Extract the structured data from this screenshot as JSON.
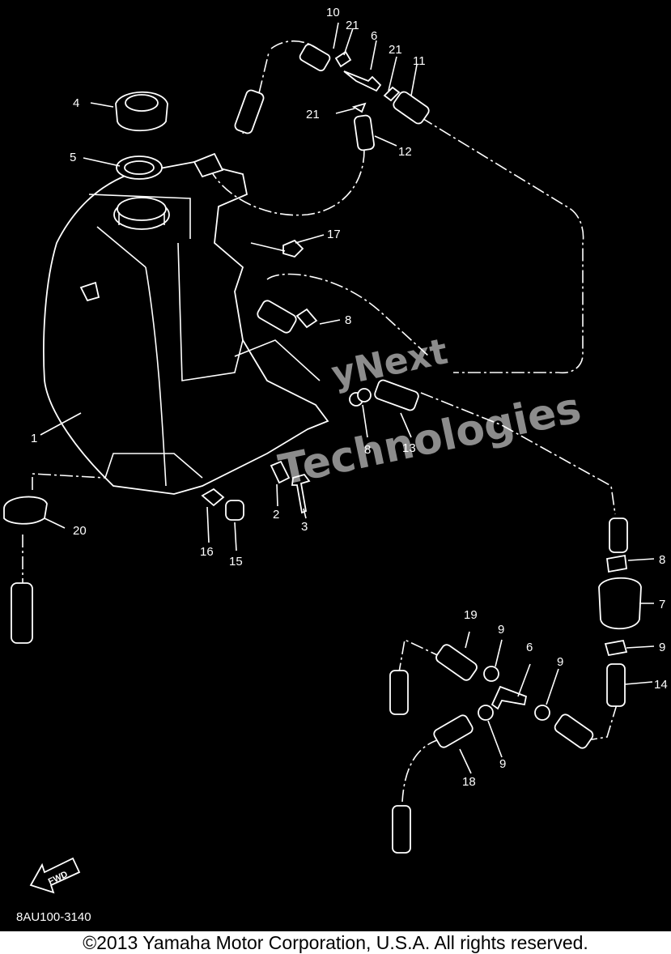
{
  "diagram": {
    "code": "8AU100-3140",
    "fwd_label": "FWD",
    "watermark": [
      "yNext",
      "Technologies"
    ],
    "callouts": [
      "10",
      "21",
      "6",
      "21",
      "11",
      "21",
      "12",
      "4",
      "5",
      "17",
      "8",
      "1",
      "8",
      "13",
      "2",
      "3",
      "20",
      "16",
      "15",
      "8",
      "7",
      "19",
      "9",
      "6",
      "9",
      "9",
      "14",
      "9",
      "18"
    ]
  },
  "footer": {
    "copyright": "©2013 Yamaha Motor Corporation, U.S.A. All rights reserved."
  }
}
